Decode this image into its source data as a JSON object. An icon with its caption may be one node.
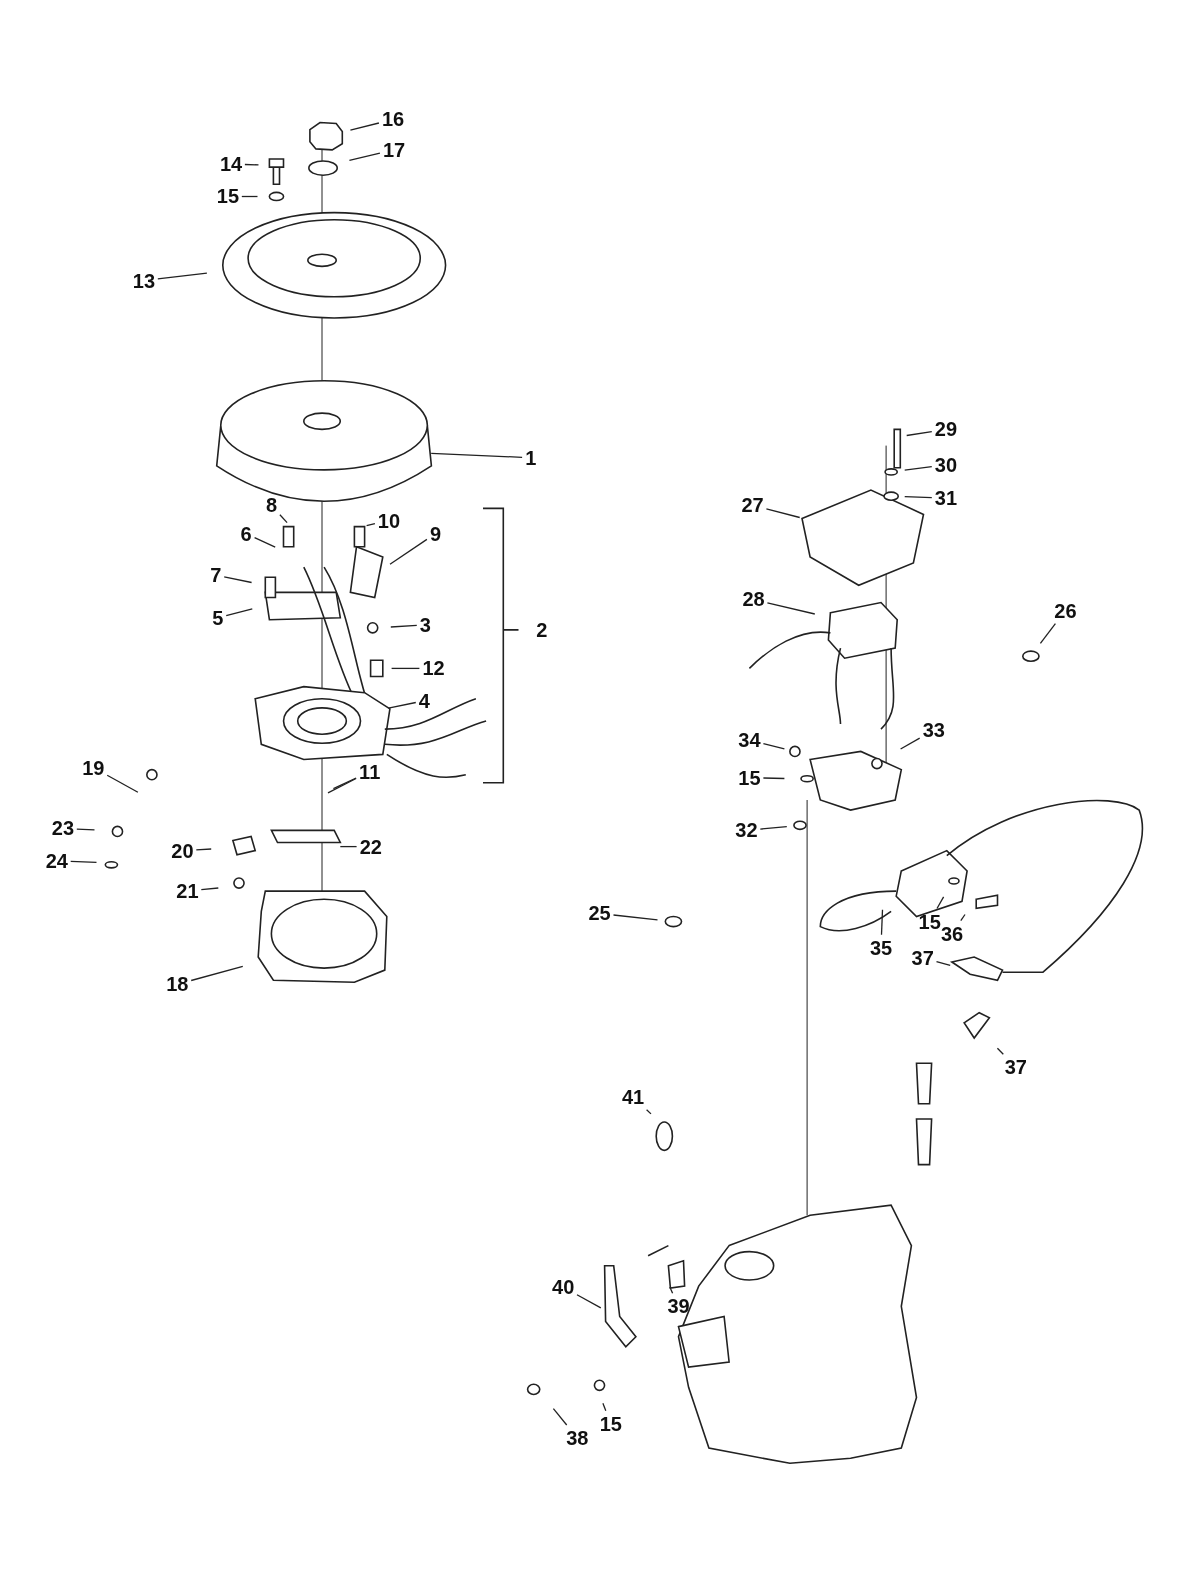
{
  "diagram": {
    "nodes": [
      {
        "text": [
          "16"
        ]
      },
      {
        "text": [
          "14"
        ]
      },
      {
        "text": [
          "17"
        ]
      },
      {
        "text": [
          "15"
        ]
      },
      {
        "text": [
          "13"
        ]
      },
      {
        "text": [
          "29"
        ]
      },
      {
        "text": [
          "1"
        ]
      },
      {
        "text": [
          "30"
        ]
      },
      {
        "text": [
          "31"
        ]
      },
      {
        "text": [
          "27"
        ]
      },
      {
        "text": [
          "8"
        ]
      },
      {
        "text": [
          "10"
        ]
      },
      {
        "text": [
          "9"
        ]
      },
      {
        "text": [
          "6"
        ]
      },
      {
        "text": [
          "7"
        ]
      },
      {
        "text": [
          "5"
        ]
      },
      {
        "text": [
          "3"
        ]
      },
      {
        "text": [
          "28"
        ]
      },
      {
        "text": [
          "26"
        ]
      },
      {
        "text": [
          "12"
        ]
      },
      {
        "text": [
          "4"
        ]
      },
      {
        "text": [
          "34"
        ]
      },
      {
        "text": [
          "33"
        ]
      },
      {
        "text": [
          "19"
        ]
      },
      {
        "text": [
          "15"
        ]
      },
      {
        "text": [
          "11"
        ]
      },
      {
        "text": [
          "32"
        ]
      },
      {
        "text": [
          "23"
        ]
      },
      {
        "text": [
          "20"
        ]
      },
      {
        "text": [
          "22"
        ]
      },
      {
        "text": [
          "24"
        ]
      },
      {
        "text": [
          "21"
        ]
      },
      {
        "text": [
          "25"
        ]
      },
      {
        "text": [
          "15"
        ]
      },
      {
        "text": [
          "36"
        ]
      },
      {
        "text": [
          "35"
        ]
      },
      {
        "text": [
          "18"
        ]
      },
      {
        "text": [
          "37"
        ]
      },
      {
        "text": [
          "37"
        ]
      },
      {
        "text": [
          "41"
        ]
      },
      {
        "text": [
          "39"
        ]
      },
      {
        "text": [
          "40"
        ]
      },
      {
        "text": [
          "38"
        ]
      },
      {
        "text": [
          "15"
        ]
      }
    ],
    "edges": [
      {
        "from": 0,
        "to": null,
        "arrow": "none"
      },
      {
        "from": 1,
        "to": null,
        "arrow": "none"
      },
      {
        "from": 2,
        "to": null,
        "arrow": "none"
      },
      {
        "from": 3,
        "to": null,
        "arrow": "none"
      },
      {
        "from": 4,
        "to": null,
        "arrow": "none"
      },
      {
        "from": 5,
        "to": null,
        "arrow": "none"
      },
      {
        "from": 6,
        "to": null,
        "arrow": "none"
      },
      {
        "from": 7,
        "to": null,
        "arrow": "none"
      },
      {
        "from": 8,
        "to": null,
        "arrow": "none"
      },
      {
        "from": 9,
        "to": null,
        "arrow": "none"
      },
      {
        "from": 10,
        "to": null,
        "arrow": "none"
      },
      {
        "from": 11,
        "to": null,
        "arrow": "none"
      },
      {
        "from": 12,
        "to": null,
        "arrow": "none"
      },
      {
        "from": 13,
        "to": null,
        "arrow": "none"
      },
      {
        "from": 14,
        "to": null,
        "arrow": "none"
      },
      {
        "from": 15,
        "to": null,
        "arrow": "none"
      },
      {
        "from": 16,
        "to": null,
        "arrow": "none"
      },
      {
        "from": 17,
        "to": null,
        "arrow": "none"
      },
      {
        "from": 18,
        "to": null,
        "arrow": "none"
      },
      {
        "from": 19,
        "to": null,
        "arrow": "none"
      },
      {
        "from": 20,
        "to": null,
        "arrow": "none"
      },
      {
        "from": 21,
        "to": null,
        "arrow": "none"
      },
      {
        "from": 22,
        "to": null,
        "arrow": "none"
      },
      {
        "from": 23,
        "to": null,
        "arrow": "none"
      },
      {
        "from": 24,
        "to": null,
        "arrow": "none"
      },
      {
        "from": 25,
        "to": null,
        "arrow": "none"
      },
      {
        "from": 25,
        "to": null,
        "arrow": "none"
      },
      {
        "from": 26,
        "to": null,
        "arrow": "none"
      },
      {
        "from": 27,
        "to": null,
        "arrow": "none"
      },
      {
        "from": 28,
        "to": null,
        "arrow": "none"
      },
      {
        "from": 29,
        "to": null,
        "arrow": "none"
      },
      {
        "from": 30,
        "to": null,
        "arrow": "none"
      },
      {
        "from": 31,
        "to": null,
        "arrow": "none"
      },
      {
        "from": 32,
        "to": null,
        "arrow": "none"
      },
      {
        "from": 33,
        "to": null,
        "arrow": "none"
      },
      {
        "from": 34,
        "to": null,
        "arrow": "none"
      },
      {
        "from": 35,
        "to": null,
        "arrow": "none"
      },
      {
        "from": 36,
        "to": null,
        "arrow": "none"
      },
      {
        "from": 37,
        "to": null,
        "arrow": "none"
      },
      {
        "from": 38,
        "to": null,
        "arrow": "none"
      },
      {
        "from": 39,
        "to": null,
        "arrow": "none"
      },
      {
        "from": 40,
        "to": null,
        "arrow": "none"
      },
      {
        "from": 41,
        "to": null,
        "arrow": "none"
      },
      {
        "from": 42,
        "to": null,
        "arrow": "none"
      },
      {
        "from": 43,
        "to": null,
        "arrow": "none"
      }
    ],
    "labels": [
      "2"
    ]
  }
}
